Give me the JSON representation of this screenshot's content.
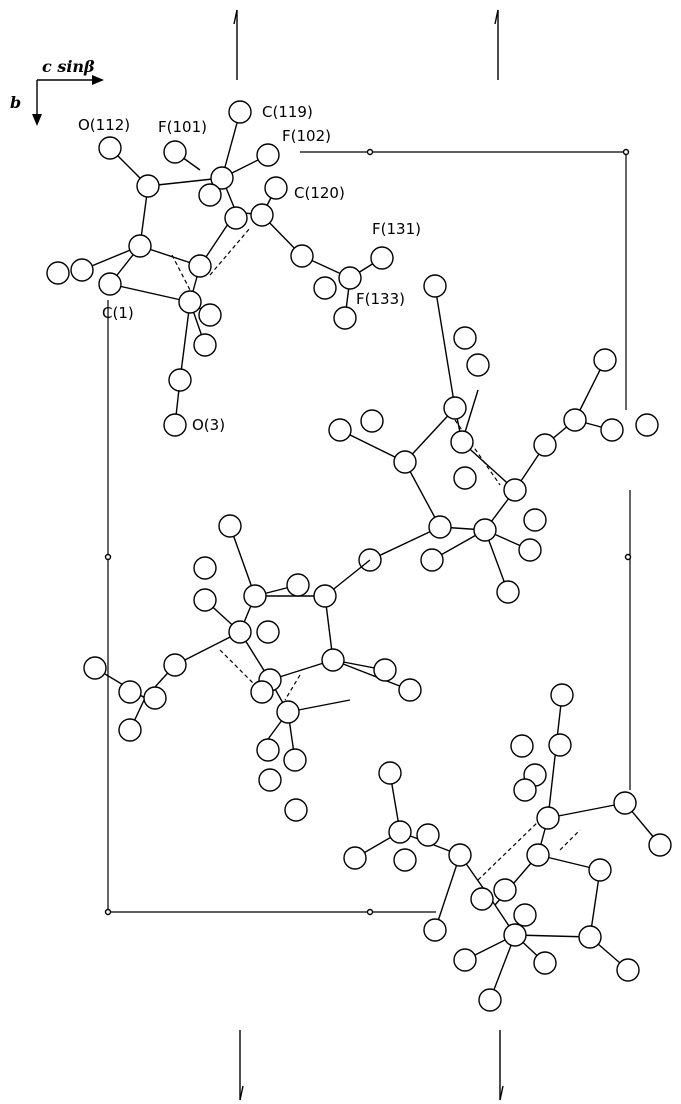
{
  "axes": {
    "horizontal_label": "c sinβ",
    "vertical_label": "b"
  },
  "atom_labels": {
    "o112": "O(112)",
    "f101": "F(101)",
    "c119": "C(119)",
    "f102": "F(102)",
    "c120": "C(120)",
    "f131": "F(131)",
    "c1": "C(1)",
    "f133": "F(133)",
    "o3": "O(3)"
  }
}
